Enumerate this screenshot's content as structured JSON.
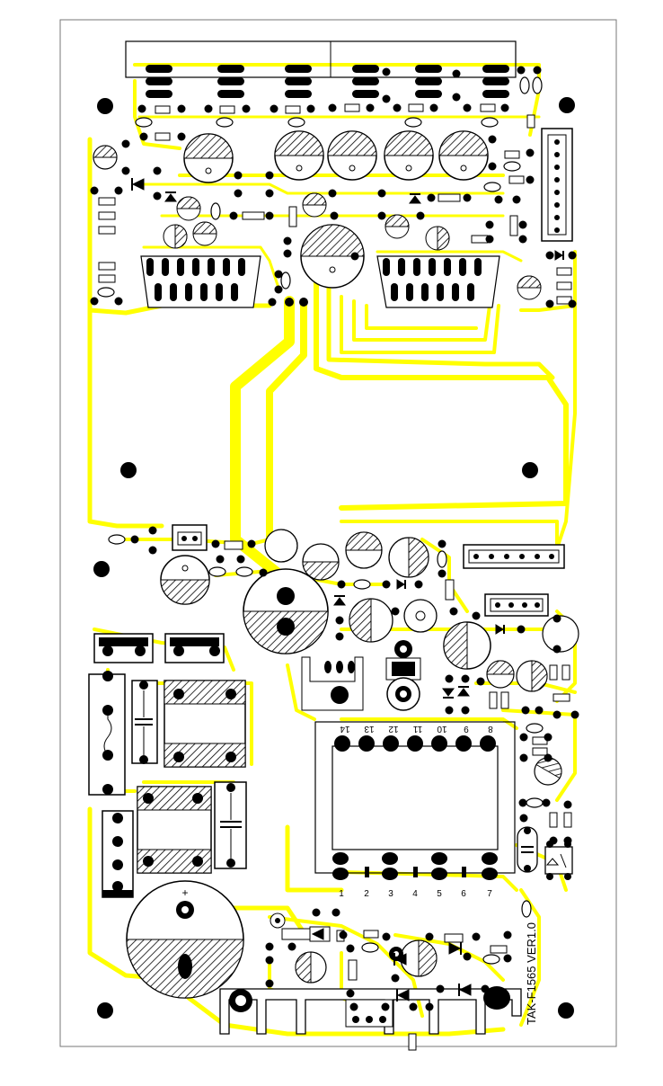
{
  "board": {
    "title": "TAK-F1565  VER1.0",
    "polarity_mark": "+",
    "transformer_pins_top": [
      "14",
      "13",
      "12",
      "11",
      "10",
      "9",
      "8"
    ],
    "transformer_pins_bottom": [
      "1",
      "2",
      "3",
      "4",
      "5",
      "6",
      "7"
    ]
  },
  "colors": {
    "trace": "#ffff00",
    "ink": "#000000",
    "background": "#ffffff"
  }
}
